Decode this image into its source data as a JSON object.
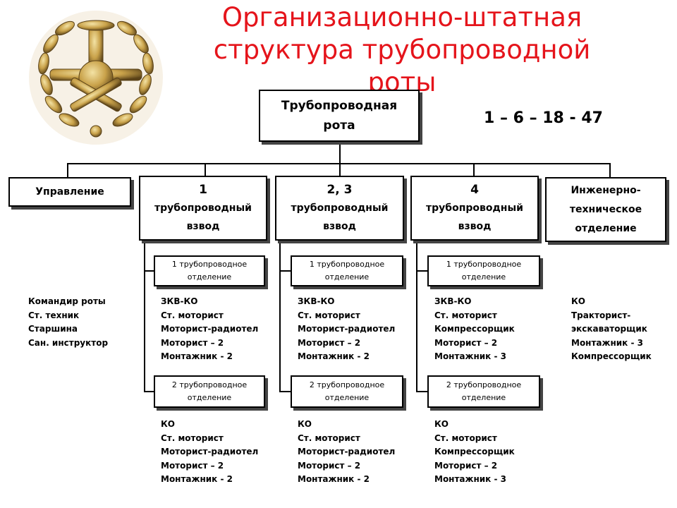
{
  "title": "Организационно-штатная структура трубопроводной роты",
  "formula": "1 – 6 – 18 - 47",
  "emblem": {
    "icon": "pipeline-troops-emblem",
    "colors": {
      "gold": "#c9a24a",
      "dark": "#5a4218"
    }
  },
  "company": {
    "line1": "Трубопроводная",
    "line2": "рота"
  },
  "management": {
    "label": "Управление",
    "staff": [
      "Командир роты",
      "Ст. техник",
      "Старшина",
      "Сан. инструктор"
    ]
  },
  "platoons": [
    {
      "number": "1",
      "line1": "трубопроводный",
      "line2": "взвод",
      "squads": [
        {
          "line1": "1 трубопроводное",
          "line2": "отделение",
          "staff": [
            "ЗКВ-КО",
            "Ст. моторист",
            "Моторист-радиотел",
            "Моторист – 2",
            "Монтажник - 2"
          ]
        },
        {
          "line1": "2 трубопроводное",
          "line2": "отделение",
          "staff": [
            "КО",
            "Ст. моторист",
            "Моторист-радиотел",
            "Моторист – 2",
            "Монтажник - 2"
          ]
        }
      ]
    },
    {
      "number": "2, 3",
      "line1": "трубопроводный",
      "line2": "взвод",
      "squads": [
        {
          "line1": "1 трубопроводное",
          "line2": "отделение",
          "staff": [
            "ЗКВ-КО",
            "Ст. моторист",
            "Моторист-радиотел",
            "Моторист – 2",
            "Монтажник - 2"
          ]
        },
        {
          "line1": "2 трубопроводное",
          "line2": "отделение",
          "staff": [
            "КО",
            "Ст. моторист",
            "Моторист-радиотел",
            "Моторист – 2",
            "Монтажник - 2"
          ]
        }
      ]
    },
    {
      "number": "4",
      "line1": "трубопроводный",
      "line2": "взвод",
      "squads": [
        {
          "line1": "1 трубопроводное",
          "line2": "отделение",
          "staff": [
            "ЗКВ-КО",
            "Ст. моторист",
            "Компрессорщик",
            "Моторист – 2",
            "Монтажник - 3"
          ]
        },
        {
          "line1": "2 трубопроводное",
          "line2": "отделение",
          "staff": [
            "КО",
            "Ст. моторист",
            "Компрессорщик",
            "Моторист – 2",
            "Монтажник - 3"
          ]
        }
      ]
    }
  ],
  "engineering": {
    "line1": "Инженерно-",
    "line2": "техническое",
    "line3": "отделение",
    "staff": [
      "КО",
      "Тракторист-",
      "экскаваторщик",
      "Монтажник - 3",
      "Компрессорщик"
    ]
  }
}
